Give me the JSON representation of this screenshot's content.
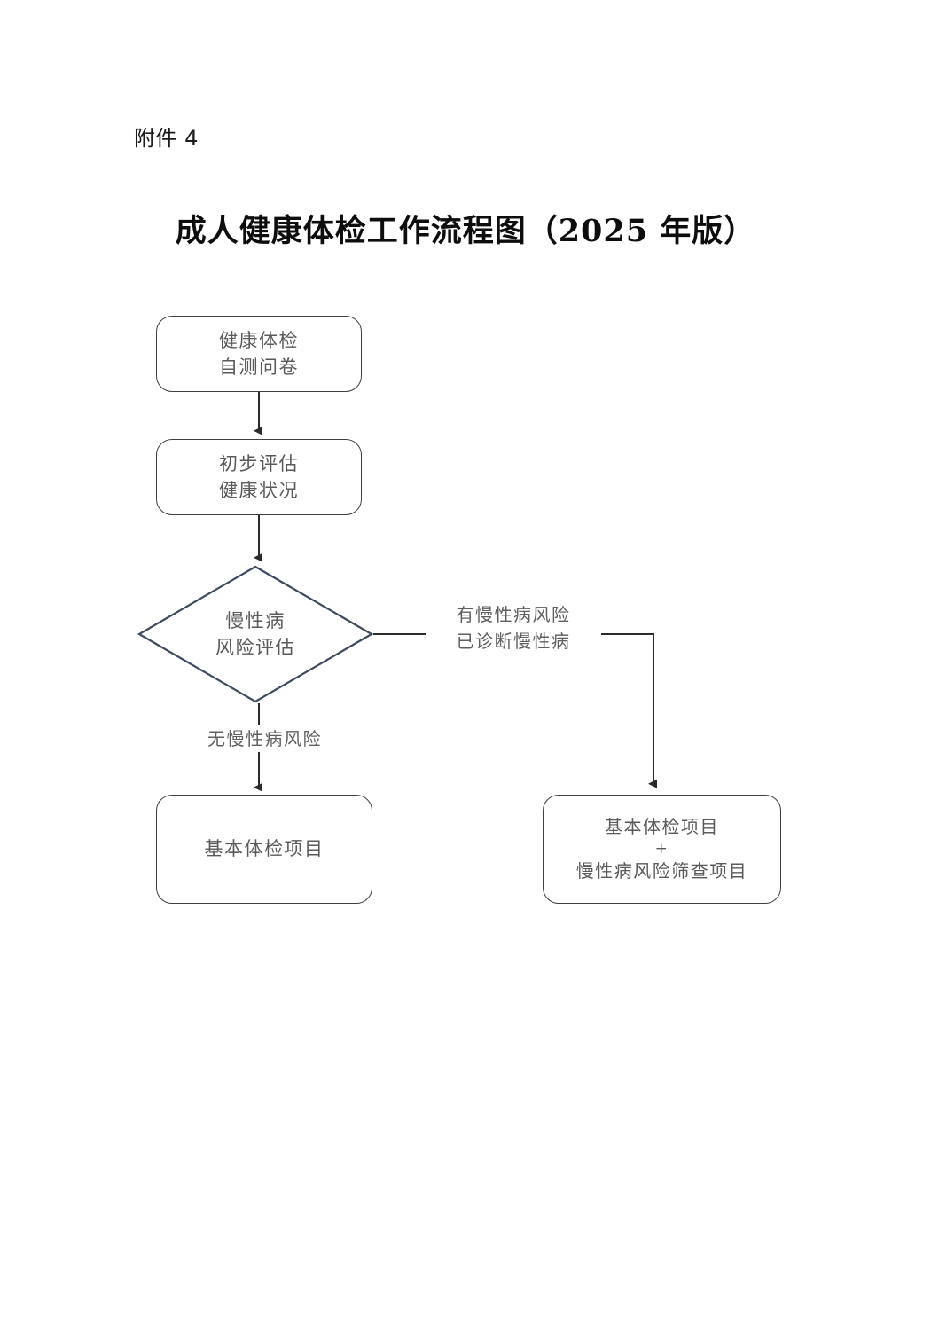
{
  "document": {
    "attachment_label": "附件 4",
    "title": "成人健康体检工作流程图（2025 年版）"
  },
  "flowchart": {
    "nodes": {
      "questionnaire": {
        "line1": "健康体检",
        "line2": "自测问卷",
        "shape": "rounded-rectangle"
      },
      "initial_assessment": {
        "line1": "初步评估",
        "line2": "健康状况",
        "shape": "rounded-rectangle"
      },
      "risk_decision": {
        "line1": "慢性病",
        "line2": "风险评估",
        "shape": "diamond"
      },
      "basic_items": {
        "line1": "基本体检项目",
        "shape": "rounded-rectangle"
      },
      "basic_plus_screening": {
        "line1": "基本体检项目",
        "line2": "+",
        "line3": "慢性病风险筛查项目",
        "shape": "rounded-rectangle"
      }
    },
    "edge_labels": {
      "has_risk_line1": "有慢性病风险",
      "has_risk_line2": "已诊断慢性病",
      "no_risk": "无慢性病风险"
    },
    "colors": {
      "box_border": "#3f3f3f",
      "diamond_border": "#3e4a60",
      "node_text": "#5a5a5a",
      "edge_label_text": "#5f5f5f",
      "connector": "#333333",
      "title_text": "#0d0d0d",
      "background": "#ffffff"
    }
  }
}
